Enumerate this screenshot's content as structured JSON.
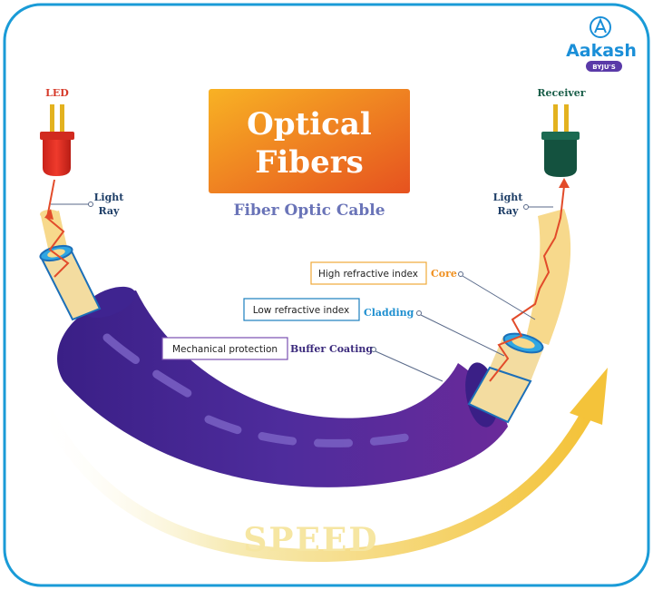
{
  "brand": {
    "name": "Aakash",
    "sub": "BYJU'S"
  },
  "title": {
    "line1": "Optical",
    "line2": "Fibers"
  },
  "subtitle": "Fiber Optic Cable",
  "led": {
    "label": "LED"
  },
  "receiver": {
    "label": "Receiver"
  },
  "light_ray_left": {
    "line1": "Light",
    "line2": "Ray"
  },
  "light_ray_right": {
    "line1": "Light",
    "line2": "Ray"
  },
  "layers": {
    "core": {
      "box": "High refractive index",
      "name": "Core"
    },
    "cladding": {
      "box": "Low refractive index",
      "name": "Cladding"
    },
    "buffer": {
      "box": "Mechanical protection",
      "name": "Buffer Coating"
    }
  },
  "speed": "SPEED",
  "colors": {
    "frame": "#1a9bd7",
    "jacket": "#4a2a96",
    "cladding": "#2fa6e2",
    "core": "#f7d98c",
    "ray": "#e24b2a",
    "title_gradient": [
      "#f5a423",
      "#e8561f"
    ],
    "speed_arrow": "#f6e7a6"
  }
}
